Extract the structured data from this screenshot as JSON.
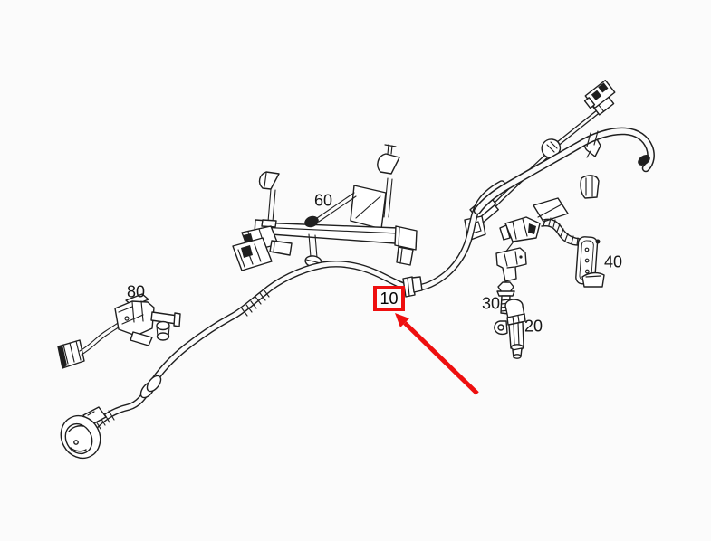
{
  "artwork_description": "Exploded line drawing of an engine wiring harness with mounting brackets, connectors, a bolt and a sensor; part 10 is highlighted by a red box and red arrow",
  "labels": {
    "p10": "10",
    "p20": "20",
    "p30": "30",
    "p40": "40",
    "p60": "60",
    "p80": "80"
  },
  "colors": {
    "accent_red": "#ee0f0f",
    "line": "#1f1f1f",
    "background": "#fbfbfb"
  }
}
